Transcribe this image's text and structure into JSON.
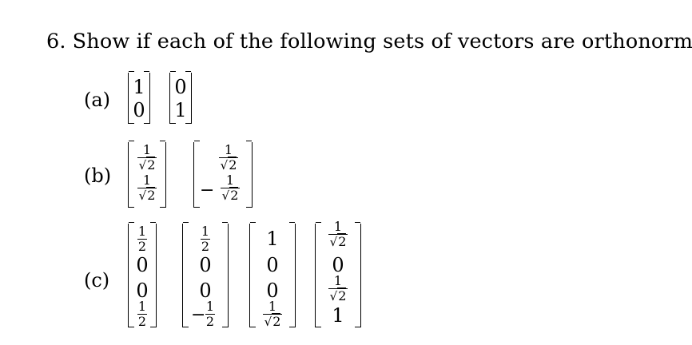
{
  "problem": {
    "number": "6.",
    "text": "Show if each of the following sets of vectors are orthonormal."
  },
  "parts": [
    {
      "label": "(a)",
      "vectors": [
        [
          "1",
          "0"
        ],
        [
          "0",
          "1"
        ]
      ]
    },
    {
      "label": "(b)",
      "vectors": [
        [
          "1/√2",
          "1/√2"
        ],
        [
          "1/√2",
          "−1/√2"
        ]
      ]
    },
    {
      "label": "(c)",
      "vectors": [
        [
          "1/2",
          "0",
          "0",
          "1/2"
        ],
        [
          "1/2",
          "0",
          "0",
          "−1/2"
        ],
        [
          "1",
          "0",
          "0",
          "1/√2"
        ],
        [
          "1/√2",
          "0",
          "1/√2",
          "1"
        ]
      ]
    }
  ],
  "symbols": {
    "one": "1",
    "zero": "0",
    "two": "2",
    "sqrt": "√",
    "minus": "−"
  }
}
